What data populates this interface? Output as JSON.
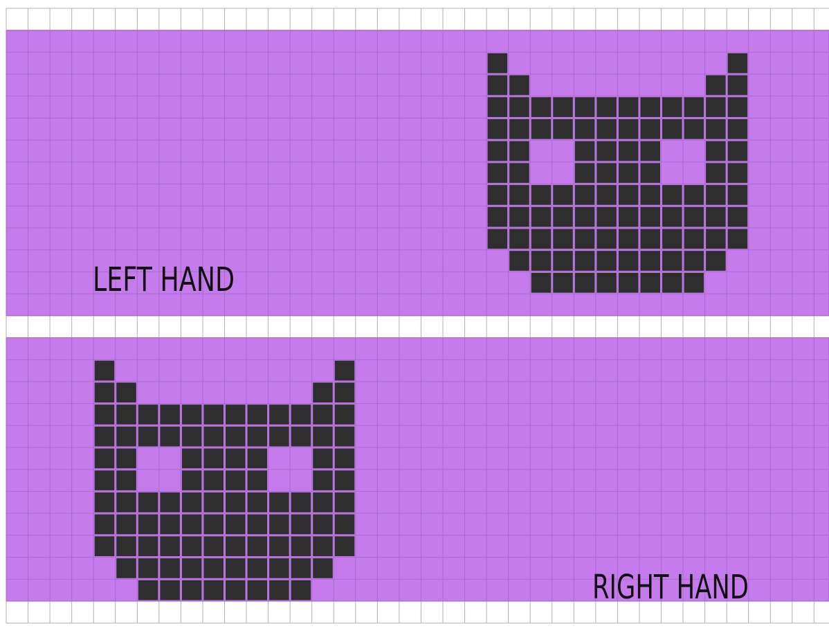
{
  "title": "",
  "colors": {
    "background": "#ffffff",
    "band": "#c67bec",
    "band_border": "#a35fcc",
    "grid_line_on_band": "#a56ccd",
    "grid_line_on_white": "#b0b0b0",
    "filled": "#2e2e2e",
    "label_text": "#111111"
  },
  "chart_data": {
    "type": "heatmap",
    "title": "",
    "xlabel": "",
    "ylabel": "",
    "grid": true,
    "columns": 38,
    "rows": 28,
    "bands": [
      {
        "name": "top-band",
        "label": "LEFT HAND",
        "pattern": "mask",
        "mask_origin": {
          "col": 22,
          "row": 2
        }
      },
      {
        "name": "bottom-band",
        "label": "RIGHT HAND",
        "pattern": "mask",
        "mask_origin": {
          "col": 4,
          "row": 16
        }
      }
    ],
    "mask_pattern": [
      "X..........X",
      "XX........XX",
      "XXXXXXXXXXXX",
      "XXXXXXXXXXXX",
      "XX..XXXX..XX",
      "XX..XXXX..XX",
      "XXXXXXXXXXXX",
      "XXXXXXXXXXXX",
      "XXXXXXXXXXXX",
      ".XXXXXXXXXX.",
      "..XXXXXXXX.."
    ]
  }
}
